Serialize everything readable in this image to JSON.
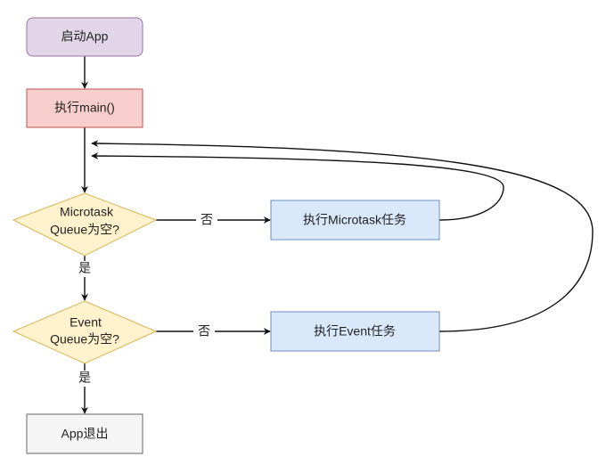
{
  "nodes": {
    "start": {
      "label": "启动App",
      "fill": "#e1d5e7",
      "stroke": "#9673a6"
    },
    "run_main": {
      "label": "执行main()",
      "fill": "#f8cecc",
      "stroke": "#b85450"
    },
    "microtask_check": {
      "line1": "Microtask",
      "line2": "Queue为空?",
      "fill": "#fff2cc",
      "stroke": "#d6b656"
    },
    "run_microtask": {
      "label": "执行Microtask任务",
      "fill": "#dae8fc",
      "stroke": "#6c8ebf"
    },
    "event_check": {
      "line1": "Event",
      "line2": "Queue为空?",
      "fill": "#fff2cc",
      "stroke": "#d6b656"
    },
    "run_event": {
      "label": "执行Event任务",
      "fill": "#dae8fc",
      "stroke": "#6c8ebf"
    },
    "exit": {
      "label": "App退出",
      "fill": "#f5f5f5",
      "stroke": "#666666"
    }
  },
  "edges": {
    "microtask_no": "否",
    "microtask_yes": "是",
    "event_no": "否",
    "event_yes": "是"
  }
}
